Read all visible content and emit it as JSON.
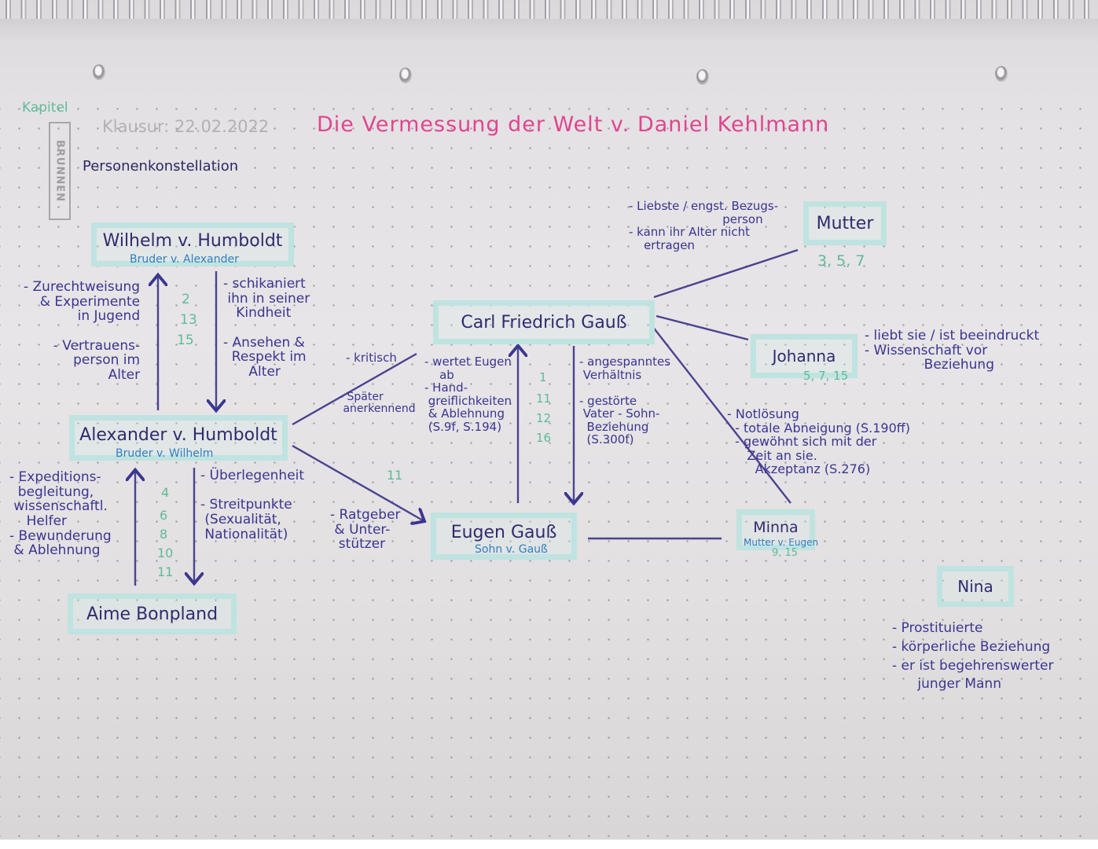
{
  "colors": {
    "ink": "#3b3591",
    "ink_light": "#2f7fc4",
    "page_refs": "#5dbb97",
    "title": "#e0458f",
    "box_highlight": "#bfe3e0"
  },
  "header": {
    "kapitel": "Kapitel",
    "brand": "BRUNNEN",
    "klausur": "Klausur: 22.02.2022",
    "title": "Die Vermessung der Welt v. Daniel Kehlmann",
    "subtitle": "Personenkonstellation"
  },
  "characters": {
    "wilhelm": {
      "name": "Wilhelm v. Humboldt",
      "note": "Bruder v. Alexander"
    },
    "alexander": {
      "name": "Alexander v. Humboldt",
      "note": "Bruder v. Wilhelm"
    },
    "bonpland": {
      "name": "Aime Bonpland"
    },
    "gauss": {
      "name": "Carl Friedrich Gauß"
    },
    "eugen": {
      "name": "Eugen Gauß",
      "note": "Sohn v. Gauß"
    },
    "mutter": {
      "name": "Mutter",
      "pages": "3, 5, 7"
    },
    "johanna": {
      "name": "Johanna",
      "pages": "5, 7, 15"
    },
    "minna": {
      "name": "Minna",
      "note": "Mutter v. Eugen",
      "pages": "9, 15"
    },
    "nina": {
      "name": "Nina"
    }
  },
  "relations": {
    "alexander_to_wilhelm": "- Zurechtweisung\n& Experimente\n   in Jugend\n\n- Vertrauens-\n  person im\n      Alter",
    "wilhelm_to_alexander": "- schikaniert\n ihn in seiner\n   Kindheit\n\n- Ansehen &\n  Respekt im\n      Alter",
    "wilhelm_alexander_pages": [
      "2",
      "13",
      "15"
    ],
    "bonpland_to_alexander": "- Expeditions-\n  begleitung,\n wissenschaftl.\n    Helfer\n- Bewunderung\n & Ablehnung",
    "alexander_to_bonpland": "- Überlegenheit\n\n- Streitpunkte\n (Sexualität,\n Nationalität)",
    "alexander_bonpland_pages": [
      "4",
      "6",
      "8",
      "10",
      "11"
    ],
    "alexander_gauss": "- kritisch",
    "alexander_gauss_later": "- Später\n anerkennend",
    "alexander_to_eugen": "- Ratgeber\n & Unter-\n  stützer",
    "alexander_eugen_page": "11",
    "eugen_to_gauss": "- wertet Eugen\n    ab\n- Hand-\n greiflichkeiten\n & Ablehnung\n (S.9f, S.194)",
    "gauss_to_eugen": "- angespanntes\n Verhältnis\n\n- gestörte\n Vater - Sohn-\n  Beziehung\n  (S.300f)",
    "gauss_eugen_pages": [
      "1",
      "11",
      "12",
      "16"
    ],
    "gauss_mutter": "- Liebste / engst. Bezugs-\n                         person\n- kann ihr Alter nicht\n    ertragen",
    "gauss_johanna": "- liebt sie / ist beeindruckt\n- Wissenschaft vor\n              Beziehung",
    "gauss_minna": "- Notlösung\n  - totale Abneigung (S.190ff)\n  - gewöhnt sich mit der\n     Zeit an sie.\n       Akzeptanz (S.276)",
    "nina_notes": "- Prostituierte\n- körperliche Beziehung\n- er ist begehrenswerter\n      junger Mann"
  }
}
